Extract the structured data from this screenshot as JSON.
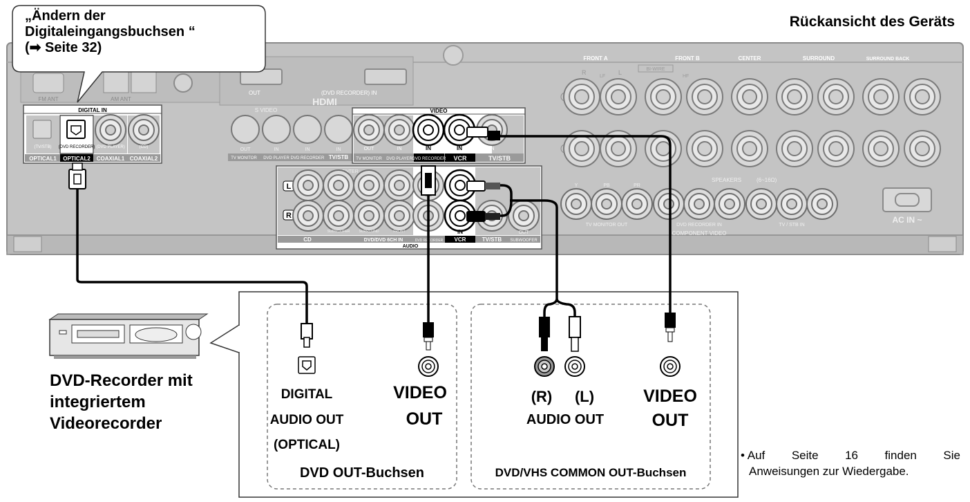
{
  "header": {
    "title": "Rückansicht des Geräts"
  },
  "callout": {
    "line1": "„Ändern der",
    "line2": "Digitaleingangsbuchsen “",
    "line3": "(➡ Seite 32)"
  },
  "rear_panel": {
    "antenna": {
      "fm": "FM ANT",
      "am": "AM ANT"
    },
    "digital_in": {
      "title": "DIGITAL IN",
      "sublabels": [
        "(TV/STB)",
        "(DVD RECORDER)",
        "(DVD PLAYER)",
        "(CD)"
      ],
      "labels": [
        "OPTICAL1",
        "OPTICAL2",
        "COAXIAL1",
        "COAXIAL2"
      ]
    },
    "hdmi": {
      "out": "OUT",
      "in": "(DVD RECORDER) IN",
      "logo": "HDMI"
    },
    "s_video": {
      "title": "S VIDEO",
      "io": [
        "OUT",
        "IN",
        "IN",
        "IN"
      ],
      "labels": [
        "TV MONITOR",
        "DVD PLAYER",
        "DVD RECORDER",
        "TV/STB"
      ]
    },
    "video": {
      "title": "VIDEO",
      "io": [
        "OUT",
        "IN",
        "IN",
        "IN",
        "IN"
      ],
      "labels": [
        "TV MONITOR",
        "DVD PLAYER",
        "DVD RECORDER",
        "VCR",
        "TV/STB"
      ]
    },
    "audio": {
      "lr": [
        "L",
        "R"
      ],
      "center": "CENTER",
      "labels": [
        "CD",
        "DVD/DVD 6CH IN",
        "DVD RECORDER",
        "VCR",
        "TV/STB",
        "SUBWOOFER"
      ],
      "sub6ch": [
        "SUBWOOFER",
        "SURROUND",
        "FRONT"
      ],
      "in": "IN",
      "out": "OUT",
      "title": "AUDIO"
    },
    "speakers": {
      "groups": [
        "FRONT A",
        "FRONT B",
        "CENTER",
        "SURROUND",
        "SURROUND BACK"
      ],
      "bi_wire": "BI-WIRE",
      "lf": "LF",
      "hf": "HF",
      "ch": [
        "R",
        "L"
      ],
      "title": "SPEAKERS",
      "range": "(6~16Ω)"
    },
    "component": {
      "channels": [
        "Y",
        "PB",
        "PR"
      ],
      "labels": [
        "TV MONITOR OUT",
        "DVD RECORDER IN",
        "TV / STB IN"
      ],
      "title": "COMPONENT VIDEO"
    },
    "ac_in": "AC IN ~"
  },
  "device": {
    "label_line1": "DVD-Recorder mit",
    "label_line2": "integriertem",
    "label_line3": "Videorecorder"
  },
  "dvd_out": {
    "digital_line1": "DIGITAL",
    "digital_line2": "AUDIO OUT",
    "digital_line3": "(OPTICAL)",
    "video_line1": "VIDEO",
    "video_line2": "OUT",
    "group_label": "DVD OUT-Buchsen"
  },
  "common_out": {
    "r": "(R)",
    "l": "(L)",
    "audio_out": "AUDIO OUT",
    "video_line1": "VIDEO",
    "video_line2": "OUT",
    "group_label": "DVD/VHS COMMON OUT-Buchsen"
  },
  "note": {
    "bullet": "•",
    "words": [
      "Auf",
      "Seite",
      "16",
      "finden",
      "Sie"
    ],
    "line2": "Anweisungen zur Wiedergabe."
  },
  "colors": {
    "panel": "#c4c4c4",
    "panel_dark": "#8a8a8a",
    "cable": "#000000",
    "dash": "#777777"
  }
}
